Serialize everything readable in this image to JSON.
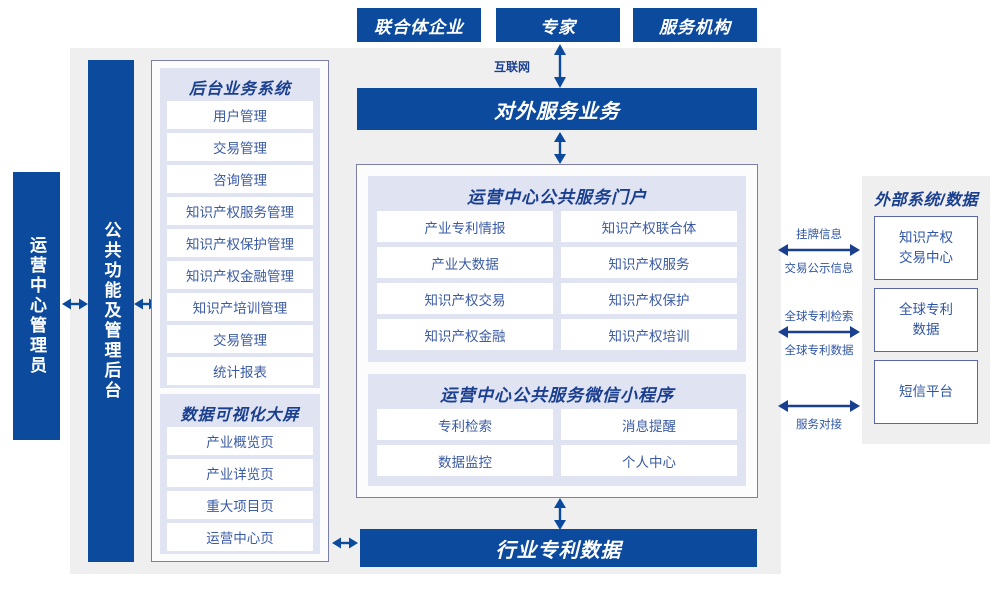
{
  "top_actors": [
    {
      "label": "联合体企业"
    },
    {
      "label": "专家"
    },
    {
      "label": "服务机构"
    }
  ],
  "internet_label": "互联网",
  "service_bar": {
    "label": "对外服务业务"
  },
  "left_columns": {
    "admin": {
      "label": "运营中心管理员"
    },
    "platform": {
      "label": "公共功能及管理后台"
    }
  },
  "backend_panel": {
    "title": "后台业务系统",
    "items": [
      {
        "label": "用户管理"
      },
      {
        "label": "交易管理"
      },
      {
        "label": "咨询管理"
      },
      {
        "label": "知识产权服务管理"
      },
      {
        "label": "知识产权保护管理"
      },
      {
        "label": "知识产权金融管理"
      },
      {
        "label": "知识产培训管理"
      },
      {
        "label": "交易管理"
      },
      {
        "label": "统计报表"
      }
    ]
  },
  "dashboard_panel": {
    "title": "数据可视化大屏",
    "items": [
      {
        "label": "产业概览页"
      },
      {
        "label": "产业详览页"
      },
      {
        "label": "重大项目页"
      },
      {
        "label": "运营中心页"
      }
    ]
  },
  "portal_panel": {
    "title": "运营中心公共服务门户",
    "items": [
      {
        "label": "产业专利情报"
      },
      {
        "label": "知识产权联合体"
      },
      {
        "label": "产业大数据"
      },
      {
        "label": "知识产权服务"
      },
      {
        "label": "知识产权交易"
      },
      {
        "label": "知识产权保护"
      },
      {
        "label": "知识产权金融"
      },
      {
        "label": "知识产权培训"
      }
    ]
  },
  "miniprogram_panel": {
    "title": "运营中心公共服务微信小程序",
    "items": [
      {
        "label": "专利检索"
      },
      {
        "label": "消息提醒"
      },
      {
        "label": "数据监控"
      },
      {
        "label": "个人中心"
      }
    ]
  },
  "bottom_bar": {
    "label": "行业专利数据"
  },
  "external_panel": {
    "title": "外部系统/数据",
    "items": [
      {
        "line1": "知识产权",
        "line2": "交易中心"
      },
      {
        "line1": "全球专利",
        "line2": "数据"
      },
      {
        "line1": "短信平台",
        "line2": ""
      }
    ],
    "connectors": [
      {
        "above": "挂牌信息",
        "below": "交易公示信息"
      },
      {
        "above": "全球专利检索",
        "below": "全球专利数据"
      },
      {
        "above": "",
        "below": "服务对接"
      }
    ]
  },
  "colors": {
    "navy": "#0c4a9e",
    "stage": "#efefef",
    "lavender": "#dfe3f2",
    "border": "#7b7fa8",
    "text_blue": "#3b5ba5",
    "title_blue": "#1b3f8f"
  }
}
